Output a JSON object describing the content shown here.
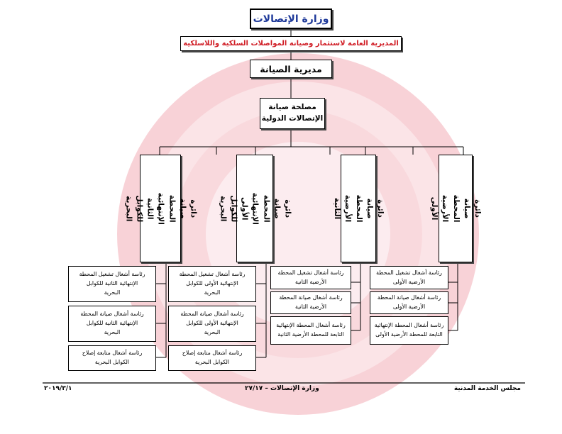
{
  "ministry": "وزارة الإتصالات",
  "directorate_general": "المديرية العامة لاستثمار وصيانة المواصلات السلكية واللاسلكية",
  "maintenance_directorate": "مديرية الصيانة",
  "department": "مصلحة صيانة\nالإتصالات الدولية",
  "circles": [
    {
      "label": "دائرة صيانة المحطة الأرضية\nالأولى",
      "units": [
        "رئاسة أشغال تشغيل المحطة\nالأرضية الأولى",
        "رئاسة أشغال صيانة المحطة\nالأرضية الأولى",
        "رئاسة أشغال المحطة الإنتهائية\nالتابعة للمحطة الأرضية الأولى"
      ]
    },
    {
      "label": "دائرة صيانة المحطة الأرضية\nالثانية",
      "units": [
        "رئاسة أشغال تشغيل المحطة\nالأرضية الثانية",
        "رئاسة أشغال صيانة المحطة\nالأرضية الثانية",
        "رئاسة أشغال المحطة الإنتهائية\nالتابعة للمحطة الأرضية الثانية"
      ]
    },
    {
      "label": "دائرة صيانة المحطة الإنتهائية\nالأولى للكوابل البحرية",
      "units": [
        "رئاسة أشغال تشغيل المحطة\nالإنتهائية الأولى للكوابل\nالبحرية",
        "رئاسة أشغال صيانة المحطة\nالإنتهائية الأولى للكوابل\nالبحرية",
        "رئاسة أشغال متابعة إصلاح\nالكوابل البحرية"
      ]
    },
    {
      "label": "دائرة صيانة المحطة الإنتهائية\nالثانية للكوابل البحرية",
      "units": [
        "رئاسة أشغال تشغيل المحطة\nالإنتهائية الثانية للكوابل\nالبحرية",
        "رئاسة أشغال صيانة المحطة\nالإنتهائية الثانية للكوابل\nالبحرية",
        "رئاسة أشغال متابعة إصلاح\nالكوابل البحرية"
      ]
    }
  ],
  "footer": {
    "right": "مجلس الخدمة المدنية",
    "center": "وزارة الإتصالات – ٢٧/١٧",
    "left": "٢٠١٩/٣/١"
  },
  "colors": {
    "ministry_text": "#1f3a9a",
    "directorate_text": "#d01c24",
    "watermark": "#f6c3c9"
  }
}
